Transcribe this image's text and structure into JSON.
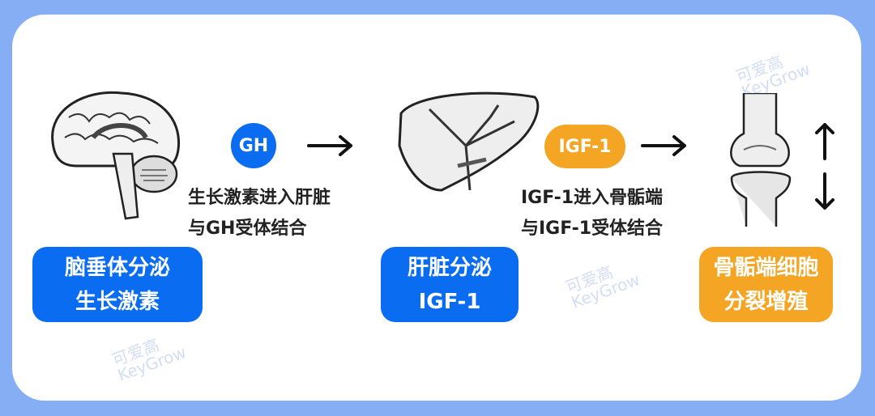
{
  "colors": {
    "frame": "#86aef5",
    "blue": "#0a6cf0",
    "orange": "#f5a524",
    "text": "#222222"
  },
  "step1": {
    "illustration": "brain-illustration",
    "box": [
      "脑垂体分泌",
      "生长激素"
    ]
  },
  "hormone1": {
    "label": "GH",
    "desc": [
      "生长激素进入肝脏",
      "与GH受体结合"
    ]
  },
  "step2": {
    "illustration": "liver-illustration",
    "box": [
      "肝脏分泌",
      "IGF-1"
    ]
  },
  "hormone2": {
    "label": "IGF-1",
    "desc": [
      "IGF-1进入骨骺端",
      "与IGF-1受体结合"
    ]
  },
  "step3": {
    "illustration": "knee-bone-illustration",
    "box": [
      "骨骺端细胞",
      "分裂增殖"
    ]
  },
  "watermark": {
    "cn": "可爱高",
    "en": "KeyGrow"
  }
}
